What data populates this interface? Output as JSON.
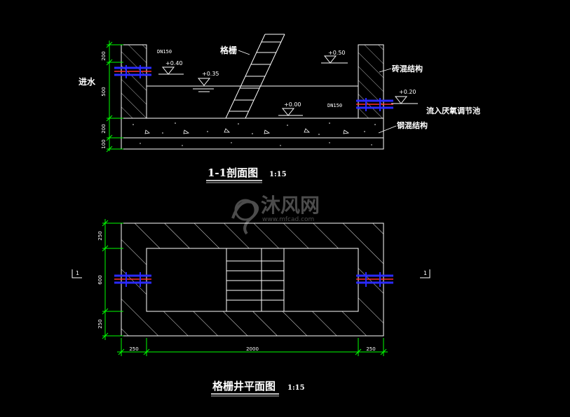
{
  "colors": {
    "background": "#000000",
    "line": "#ffffff",
    "dimension": "#00ff00",
    "pipe_blue": "#2a2aff",
    "pipe_red": "#ff3030",
    "text": "#ffffff",
    "watermark": "#8a8a8a"
  },
  "section": {
    "title": "1-1剖面图",
    "scale": "1:15",
    "label_inlet": "进水",
    "label_grid": "格栅",
    "label_masonry": "砖混结构",
    "label_outlet": "流入厌氧调节池",
    "label_rc": "钢混结构",
    "pipe_left_tag": "DN150",
    "pipe_right_tag": "DN150",
    "elev_a": "+0.40",
    "elev_b": "+0.35",
    "elev_c": "+0.50",
    "elev_d": "+0.20",
    "elev_e": "+0.00",
    "dim_v1": "200",
    "dim_v2": "500",
    "dim_v3": "200",
    "dim_v4": "100"
  },
  "plan": {
    "title": "格栅井平面图",
    "scale": "1:15",
    "cut_left": "1",
    "cut_right": "1",
    "dim_v1": "250",
    "dim_v2": "600",
    "dim_v3": "250",
    "dim_h1": "250",
    "dim_h2": "2000",
    "dim_h3": "250"
  },
  "watermark": {
    "brand": "沐风网",
    "url": "www.mfcad.com"
  }
}
